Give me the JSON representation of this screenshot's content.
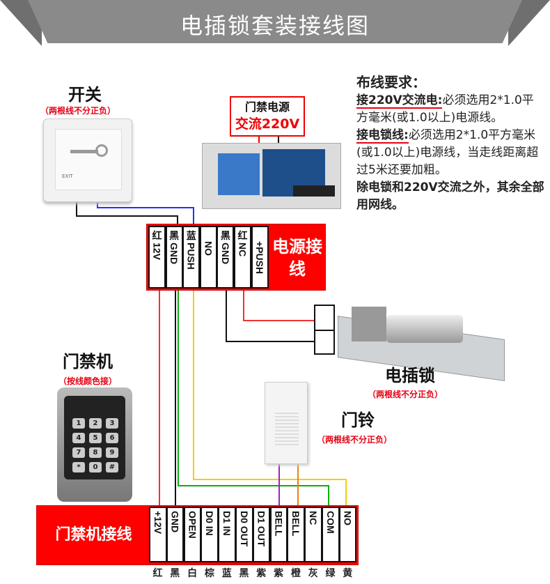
{
  "title": "电插锁套装接线图",
  "switch": {
    "title": "开关",
    "note": "（两根线不分正负）",
    "plate_text": "EXIT"
  },
  "power": {
    "label_line1": "门禁电源",
    "label_line2": "交流220V"
  },
  "requirements": {
    "heading": "布线要求：",
    "ac_label": "接220V交流电:",
    "ac_text": "必须选用2*1.0平方毫米(或1.0以上)电源线。",
    "lock_label": "接电锁线:",
    "lock_text": "必须选用2*1.0平方毫米(或1.0以上)电源线，当走线距离超过5米还要加粗。",
    "other": "除电锁和220V交流之外，其余全部用网线。"
  },
  "power_block": {
    "label": "电源接线",
    "terminals": [
      {
        "color": "红",
        "name": "12V"
      },
      {
        "color": "黑",
        "name": "GND"
      },
      {
        "color": "蓝",
        "name": "PUSH"
      },
      {
        "color": "",
        "name": "NO"
      },
      {
        "color": "黑",
        "name": "GND"
      },
      {
        "color": "红",
        "name": "NC"
      },
      {
        "color": "",
        "name": "+PUSH"
      }
    ]
  },
  "lock": {
    "title": "电插锁",
    "note": "（两根线不分正负）"
  },
  "keypad": {
    "title": "门禁机",
    "note": "（按线颜色接）",
    "keys": [
      "1",
      "2",
      "3",
      "4",
      "5",
      "6",
      "7",
      "8",
      "9",
      "*",
      "0",
      "#"
    ]
  },
  "bell": {
    "title": "门铃",
    "note": "（两根线不分正负）"
  },
  "access_block": {
    "label": "门禁机接线",
    "terminals": [
      {
        "name": "+12V",
        "color": "红"
      },
      {
        "name": "GND",
        "color": "黑"
      },
      {
        "name": "OPEN",
        "color": "白"
      },
      {
        "name": "D0 IN",
        "color": "棕"
      },
      {
        "name": "D1 IN",
        "color": "蓝"
      },
      {
        "name": "D0 OUT",
        "color": "黑"
      },
      {
        "name": "D1 OUT",
        "color": "紫"
      },
      {
        "name": "BELL",
        "color": "紫"
      },
      {
        "name": "BELL",
        "color": "橙"
      },
      {
        "name": "NC",
        "color": "灰"
      },
      {
        "name": "COM",
        "color": "绿"
      },
      {
        "name": "NO",
        "color": "黄"
      }
    ]
  },
  "colors": {
    "accent": "#ff0000",
    "banner": "#8a8a8a"
  }
}
